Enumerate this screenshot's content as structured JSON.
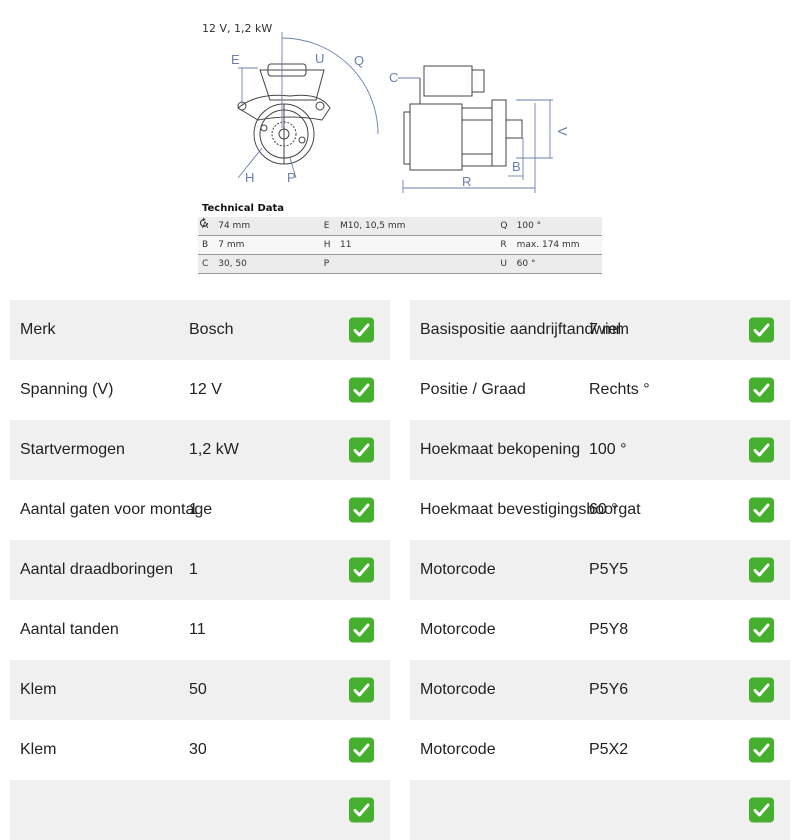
{
  "drawing": {
    "spec_line": "12 V, 1,2 kW",
    "letters": {
      "E": "E",
      "U": "U",
      "Q": "Q",
      "H": "H",
      "P": "P",
      "C": "C",
      "V": "V",
      "B": "B",
      "R": "R"
    },
    "technical_title": "Technical Data",
    "table": [
      [
        "A",
        "74 mm",
        "E",
        "M10, 10,5 mm",
        "Q",
        "100 °"
      ],
      [
        "B",
        "7 mm",
        "H",
        "11",
        "R",
        "max. 174 mm"
      ],
      [
        "C",
        "30, 50",
        "P",
        "",
        "U",
        "60 °"
      ]
    ]
  },
  "icons": {
    "rotation": "rotation-direction-icon",
    "check": "check-mark-icon"
  },
  "colors": {
    "check": "#44b02d",
    "row_shade": "#f0f0f0",
    "line": "#6a7fb0"
  },
  "specs": {
    "left": [
      {
        "label": "Merk",
        "value": "Bosch"
      },
      {
        "label": "Spanning (V)",
        "value": "12 V"
      },
      {
        "label": "Startvermogen",
        "value": "1,2 kW"
      },
      {
        "label": "Aantal gaten voor montage",
        "value": "1"
      },
      {
        "label": "Aantal draadboringen",
        "value": "1"
      },
      {
        "label": "Aantal tanden",
        "value": "11"
      },
      {
        "label": "Klem",
        "value": "50"
      },
      {
        "label": "Klem",
        "value": "30"
      },
      {
        "label": "",
        "value": ""
      }
    ],
    "right": [
      {
        "label": "Basispositie aandrijftandwiel",
        "value": "7 mm"
      },
      {
        "label": "Positie / Graad",
        "value": "Rechts °"
      },
      {
        "label": "Hoekmaat bekopening",
        "value": "100 °"
      },
      {
        "label": "Hoekmaat bevestigingsboorgat",
        "value": "60 °"
      },
      {
        "label": "Motorcode",
        "value": "P5Y5"
      },
      {
        "label": "Motorcode",
        "value": "P5Y8"
      },
      {
        "label": "Motorcode",
        "value": "P5Y6"
      },
      {
        "label": "Motorcode",
        "value": "P5X2"
      },
      {
        "label": "",
        "value": ""
      }
    ]
  }
}
